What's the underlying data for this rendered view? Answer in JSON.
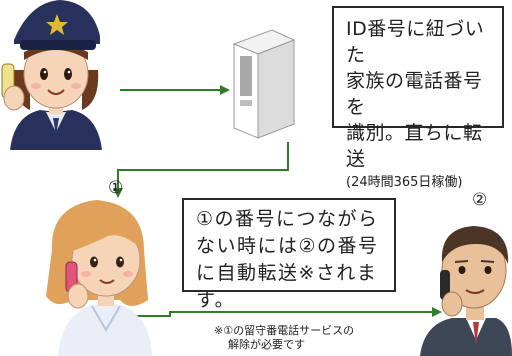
{
  "top_box": {
    "lines": [
      "ID番号に紐づいた",
      "家族の電話番号を",
      "識別。直ちに転送"
    ],
    "sub": "(24時間365日稼働)"
  },
  "middle_box": {
    "lines": [
      "①の番号につながら",
      "ない時には②の番号",
      "に自動転送※されます。"
    ]
  },
  "labels": {
    "first": "①",
    "second": "②"
  },
  "note": {
    "lines": [
      "※①の留守番電話サービスの",
      "解除が必要です"
    ]
  },
  "colors": {
    "arrow": "#2f7d2a",
    "hair_woman": "#e0a25a",
    "skin": "#f6d4b8",
    "police_navy": "#27315c"
  },
  "icons": [
    "police-officer-icon",
    "server-icon",
    "woman-phone-icon",
    "man-phone-icon"
  ]
}
